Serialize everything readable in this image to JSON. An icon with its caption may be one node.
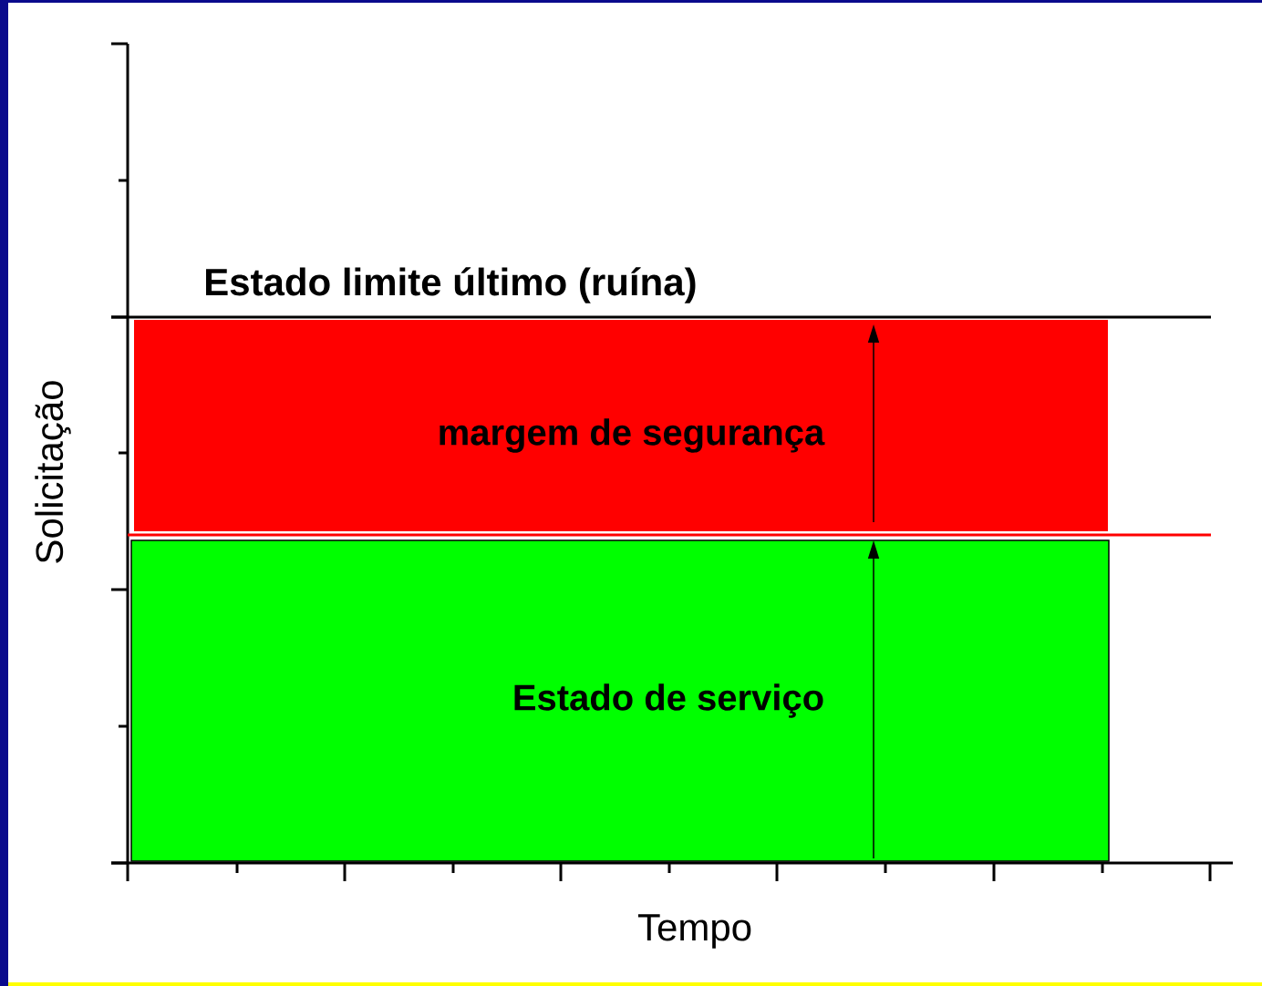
{
  "diagram": {
    "nodes": [
      {
        "text": [
          "margem de segurança"
        ]
      },
      {
        "text": [
          "Estado de serviço"
        ]
      }
    ],
    "labels": [
      "Estado limite último (ruína)",
      "Solicitação",
      "Tempo"
    ]
  }
}
